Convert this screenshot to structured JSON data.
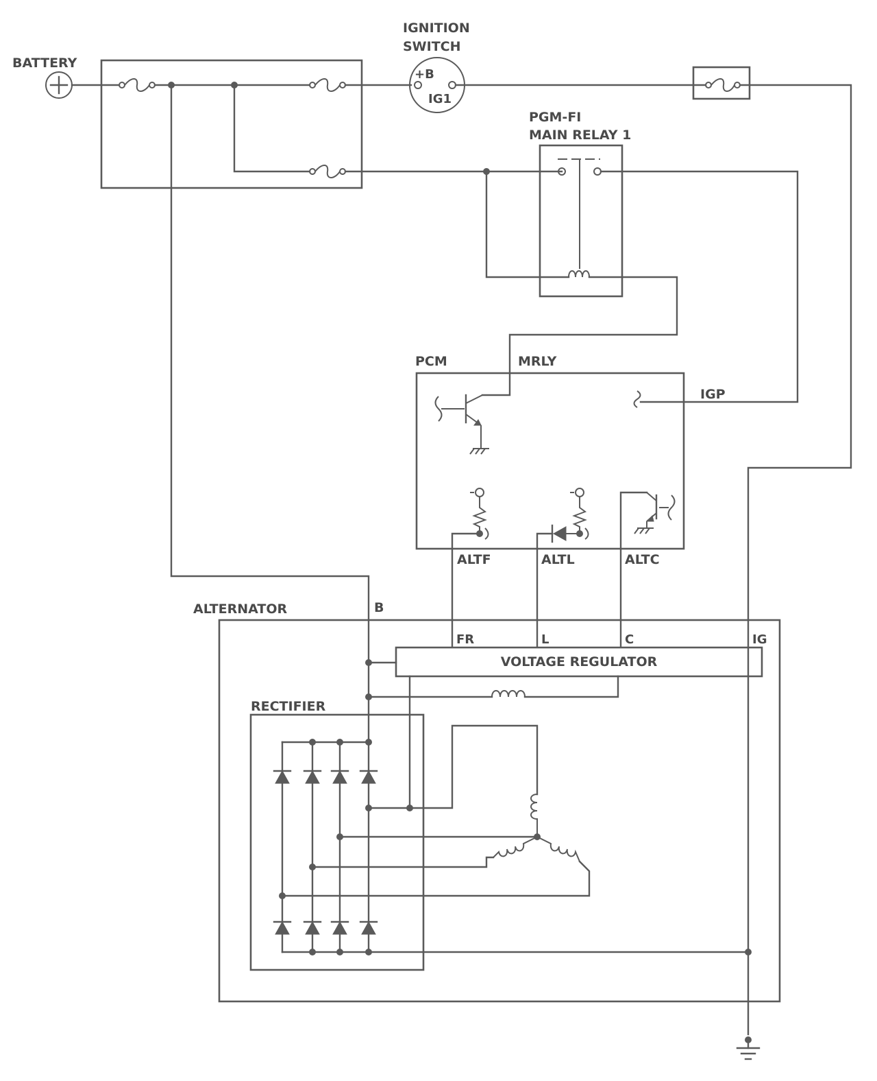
{
  "labels": {
    "battery": "BATTERY",
    "ignition_switch_line1": "IGNITION",
    "ignition_switch_line2": "SWITCH",
    "terminal_b_plus": "+B",
    "terminal_ig1": "IG1",
    "relay_line1": "PGM-FI",
    "relay_line2": "MAIN RELAY 1",
    "pcm": "PCM",
    "mrly": "MRLY",
    "igp": "IGP",
    "altf": "ALTF",
    "altl": "ALTL",
    "altc": "ALTC",
    "alternator": "ALTERNATOR",
    "terminal_b": "B",
    "terminal_fr": "FR",
    "terminal_l": "L",
    "terminal_c": "C",
    "terminal_ig": "IG",
    "voltage_regulator": "VOLTAGE REGULATOR",
    "rectifier": "RECTIFIER"
  },
  "icons": {
    "battery": "battery-plus-icon",
    "fuse": "fuse-icon",
    "ground": "ground-icon",
    "diode": "diode-icon",
    "coil": "coil-icon",
    "transistor": "transistor-icon",
    "resistor": "resistor-icon"
  },
  "colors": {
    "wire": "#5a5a5a",
    "text": "#4a4a4a",
    "background": "#ffffff"
  }
}
